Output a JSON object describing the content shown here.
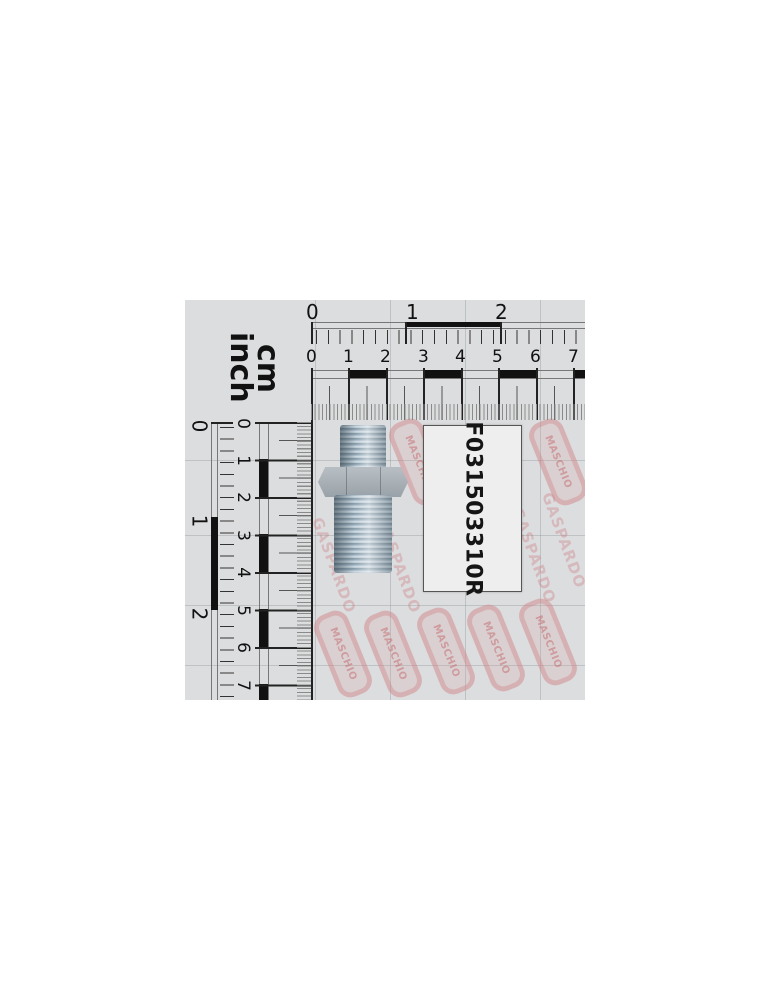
{
  "photo": {
    "description": "Product photo of a galvanized hydraulic hex nipple adapter on a branded measuring mat",
    "background_color": "#dcdddf"
  },
  "part_label": {
    "code": "F031503310R"
  },
  "scale_units": {
    "cm_label": "cm",
    "inch_label": "inch"
  },
  "top_ruler": {
    "inch_labels": [
      "0",
      "1",
      "2"
    ],
    "cm_labels": [
      "0",
      "1",
      "2",
      "3",
      "4",
      "5",
      "6",
      "7"
    ]
  },
  "left_ruler": {
    "inch_labels": [
      "0",
      "1",
      "2"
    ],
    "cm_labels": [
      "0",
      "1",
      "2",
      "3",
      "4",
      "5",
      "6",
      "7"
    ]
  },
  "watermarks": {
    "brand_primary": "MASCHIO",
    "brand_secondary": "GASPARDO",
    "color": "#d49a9c"
  }
}
